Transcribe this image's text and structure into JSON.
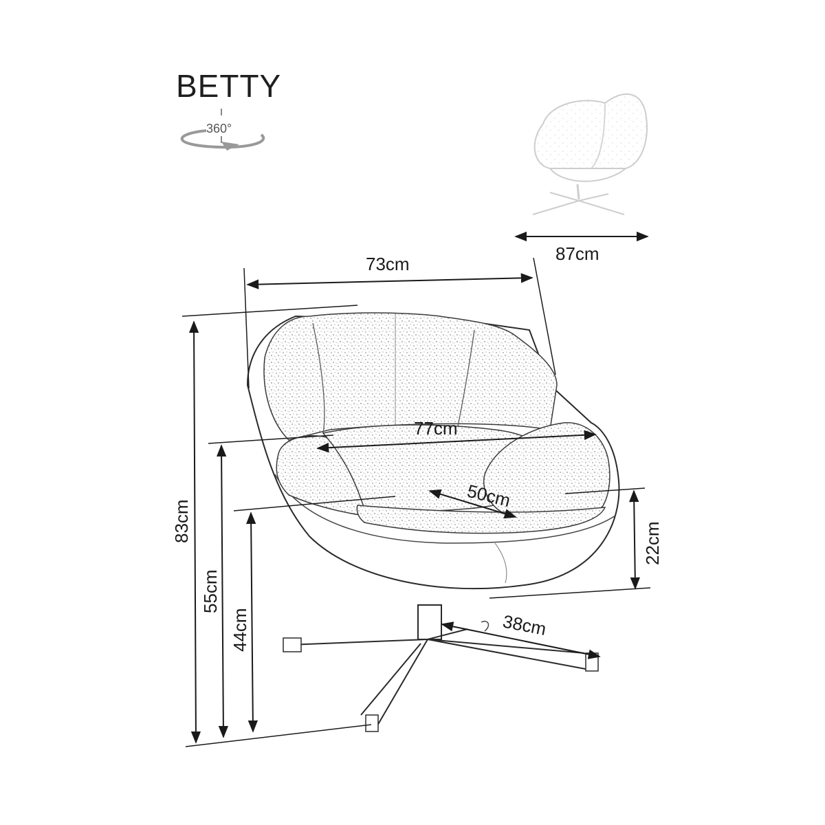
{
  "product": {
    "name": "BETTY"
  },
  "rotation": {
    "label": "360°"
  },
  "dimensions": {
    "depth": "87cm",
    "width_top": "73cm",
    "seat_width": "77cm",
    "seat_depth": "50cm",
    "height_total": "83cm",
    "height_arm": "55cm",
    "height_seat": "44cm",
    "arm_height": "22cm",
    "base_radius": "38cm"
  },
  "colors": {
    "line": "#1a1a1a",
    "fabric": "#8e8e8e",
    "ghost": "#c8c8c8"
  }
}
